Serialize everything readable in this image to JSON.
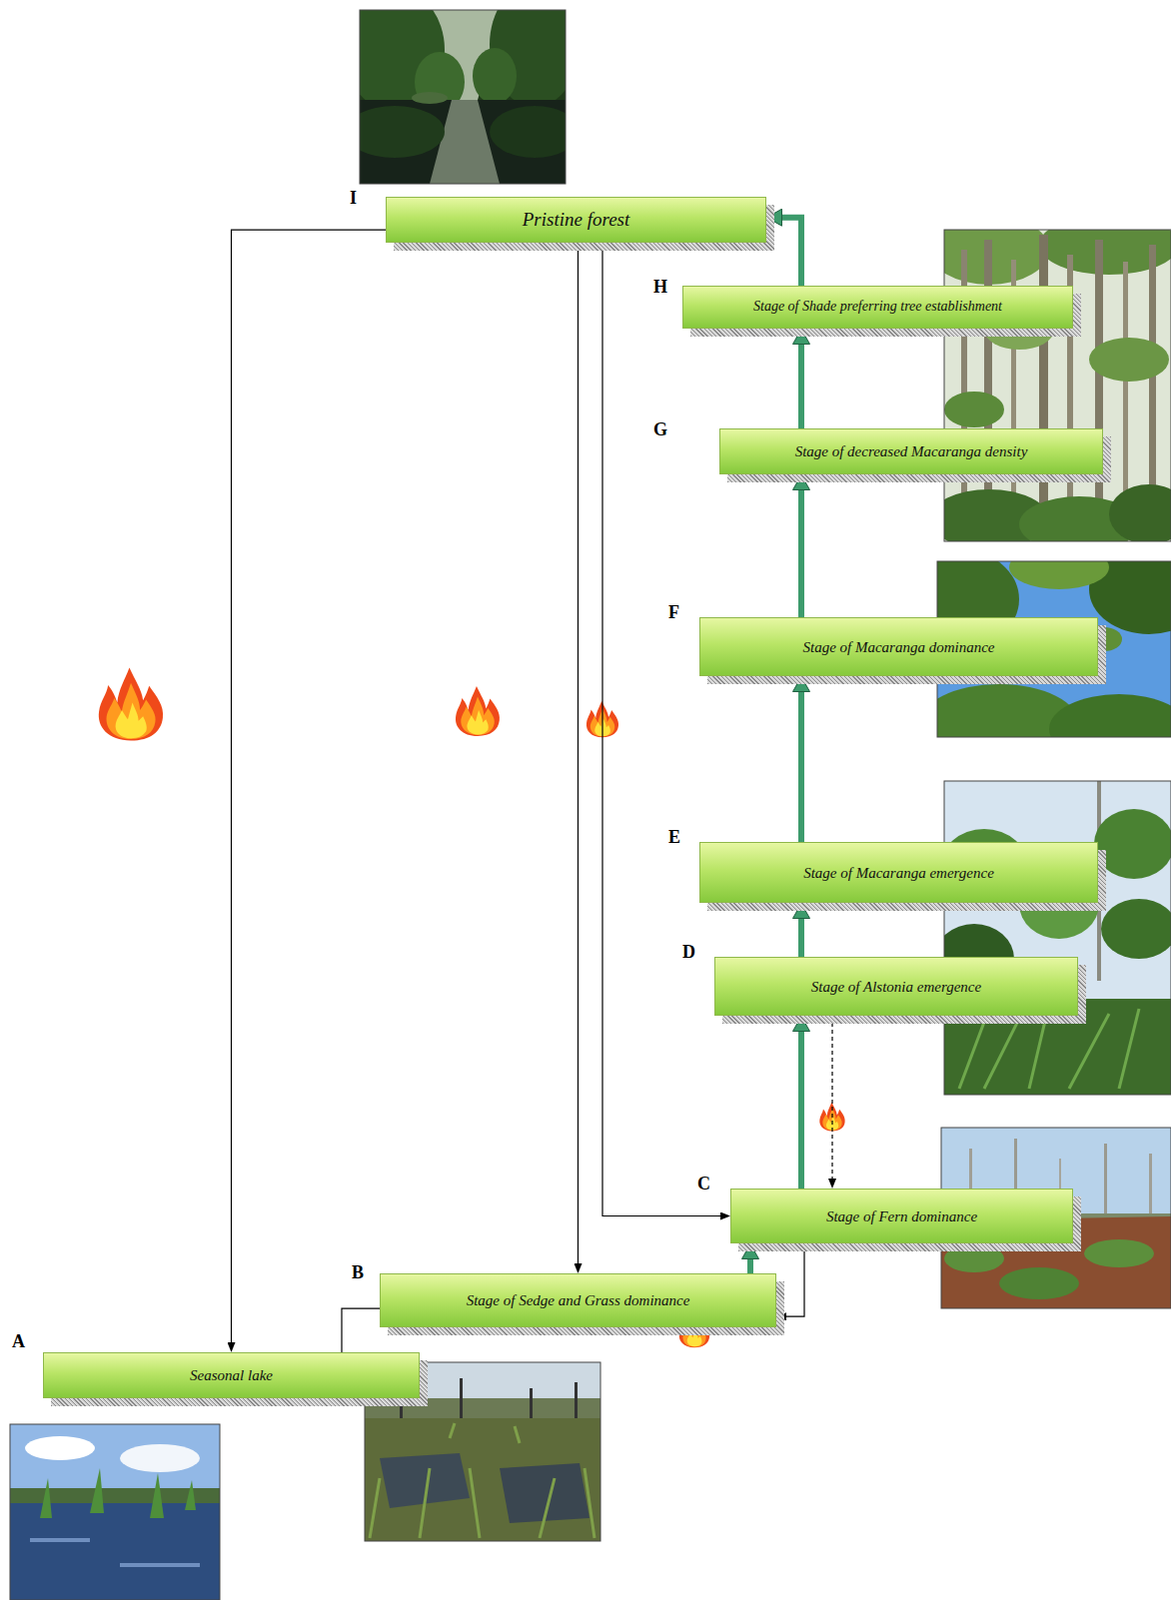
{
  "diagram": {
    "nodes": [
      {
        "text": [
          "I",
          "Pristine forest"
        ]
      },
      {
        "text": [
          "H",
          "Stage of Shade preferring tree establishment"
        ]
      },
      {
        "text": [
          "G",
          "Stage of decreased Macaranga density"
        ]
      },
      {
        "text": [
          "F",
          "Stage of Macaranga dominance"
        ]
      },
      {
        "text": [
          "E",
          "Stage of Macaranga emergence"
        ]
      },
      {
        "text": [
          "D",
          "Stage of Alstonia emergence"
        ]
      },
      {
        "text": [
          "C",
          "Stage of Fern dominance"
        ]
      },
      {
        "text": [
          "B",
          "Stage of Sedge and Grass dominance"
        ]
      },
      {
        "text": [
          "A",
          "Seasonal lake"
        ]
      }
    ],
    "edges": [
      {
        "from": 0,
        "to": 8,
        "arrow": "to"
      },
      {
        "from": 0,
        "to": 7,
        "arrow": "to"
      },
      {
        "from": 0,
        "to": 6,
        "arrow": "to"
      },
      {
        "from": 1,
        "to": 0,
        "arrow": "to"
      },
      {
        "from": 2,
        "to": 1,
        "arrow": "to"
      },
      {
        "from": 3,
        "to": 2,
        "arrow": "to"
      },
      {
        "from": 4,
        "to": 3,
        "arrow": "to"
      },
      {
        "from": 5,
        "to": 4,
        "arrow": "to"
      },
      {
        "from": 6,
        "to": 5,
        "arrow": "to"
      },
      {
        "from": 5,
        "to": 6,
        "arrow": "to"
      },
      {
        "from": 7,
        "to": 6,
        "arrow": "to"
      },
      {
        "from": 6,
        "to": 7,
        "arrow": "to"
      },
      {
        "from": 7,
        "to": 8,
        "arrow": "to"
      }
    ]
  }
}
